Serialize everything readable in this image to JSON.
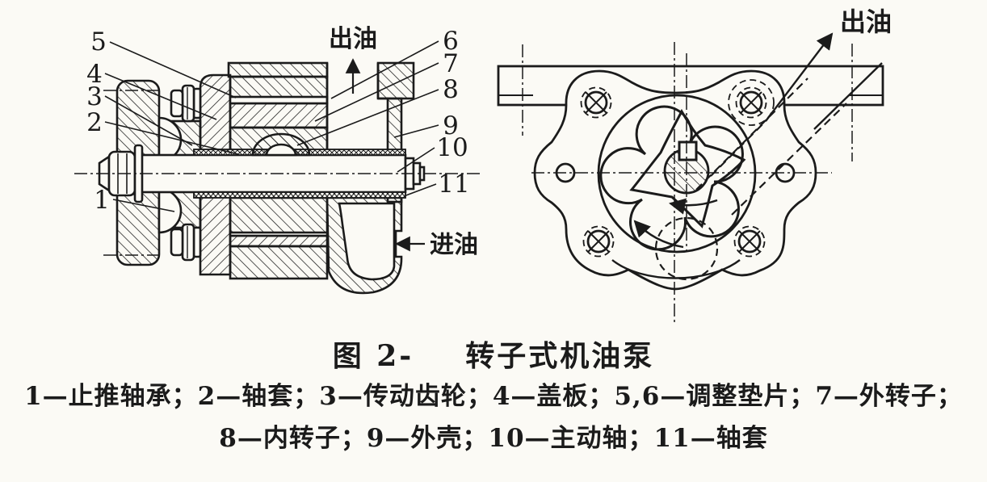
{
  "colors": {
    "paper": "#fbfaf5",
    "ink": "#1b1b1b"
  },
  "caption": {
    "figure_no": "图 2-",
    "title": "转子式机油泵",
    "legend_line1": "1—止推轴承；2—轴套；3—传动齿轮；4—盖板；5,6—调整垫片；7—外转子；",
    "legend_line2": "8—内转子；9—外壳；10—主动轴；11—轴套"
  },
  "section_view": {
    "outlet": "出油",
    "inlet": "进油",
    "nums": {
      "1": "1",
      "2": "2",
      "3": "3",
      "4": "4",
      "5": "5",
      "6": "6",
      "7": "7",
      "8": "8",
      "9": "9",
      "10": "10",
      "11": "11"
    }
  },
  "front_view": {
    "outlet": "出油"
  },
  "parts": [
    {
      "no": "1",
      "name": "止推轴承"
    },
    {
      "no": "2",
      "name": "轴套"
    },
    {
      "no": "3",
      "name": "传动齿轮"
    },
    {
      "no": "4",
      "name": "盖板"
    },
    {
      "no": "5,6",
      "name": "调整垫片"
    },
    {
      "no": "7",
      "name": "外转子"
    },
    {
      "no": "8",
      "name": "内转子"
    },
    {
      "no": "9",
      "name": "外壳"
    },
    {
      "no": "10",
      "name": "主动轴"
    },
    {
      "no": "11",
      "name": "轴套"
    }
  ]
}
